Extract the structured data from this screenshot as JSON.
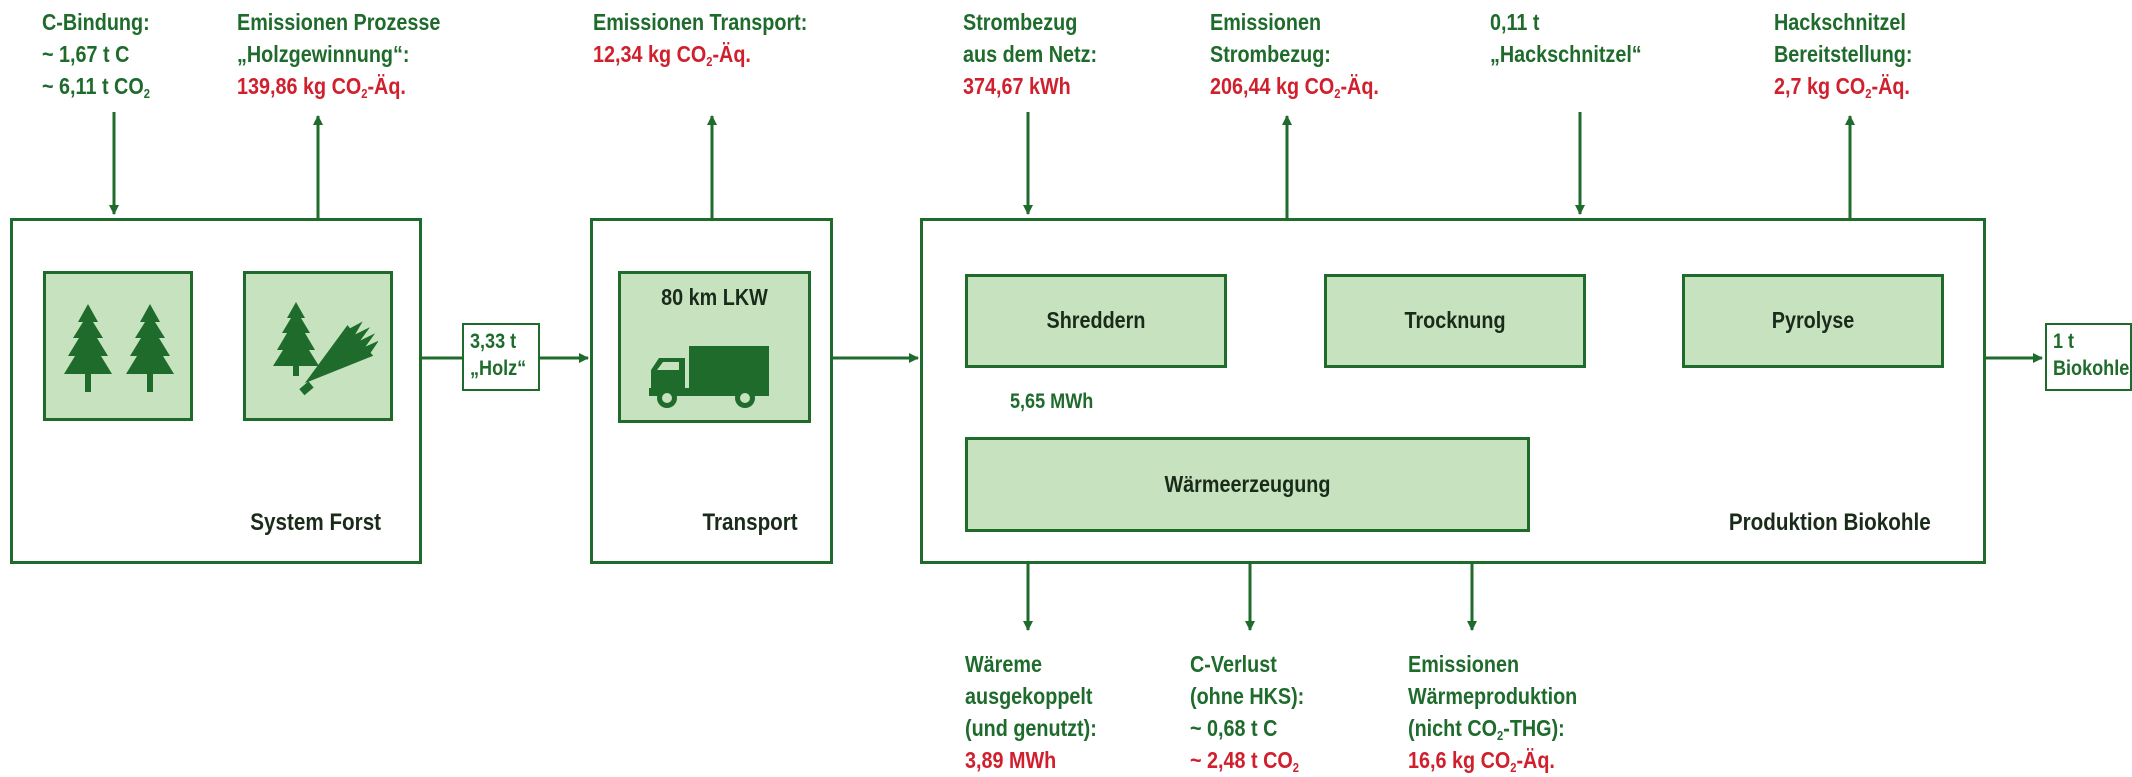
{
  "top": {
    "c_bindung": {
      "title": "C-Bindung:",
      "l1": "~ 1,67 t C",
      "l2": "~ 6,11 t CO",
      "l2_sub": "2"
    },
    "holzgewinnung": {
      "l1": "Emissionen Prozesse",
      "l2": "„Holzgewinnung“:",
      "v1": "139,86 kg CO",
      "v_sub": "2",
      "v2": "-Äq."
    },
    "transport": {
      "l1": "Emissionen Transport:",
      "v1": "12,34 kg CO",
      "v_sub": "2",
      "v2": "-Äq."
    },
    "strombezug": {
      "l1": "Strombezug",
      "l2": "aus dem Netz:",
      "v": "374,67 kWh"
    },
    "em_strom": {
      "l1": "Emissionen",
      "l2": "Strombezug:",
      "v1": "206,44 kg CO",
      "v_sub": "2",
      "v2": "-Äq."
    },
    "hackschnitzel": {
      "l1": "0,11 t",
      "l2": "„Hackschnitzel“"
    },
    "hs_bereit": {
      "l1": "Hackschnitzel",
      "l2": "Bereitstellung:",
      "v1": "2,7 kg CO",
      "v_sub": "2",
      "v2": "-Äq."
    }
  },
  "frames": {
    "forst": "System Forst",
    "transport": "Transport",
    "produktion": "Produktion Biokohle"
  },
  "boxes": {
    "lkw": "80 km LKW",
    "shreddern": "Shreddern",
    "trocknung": "Trocknung",
    "pyrolyse": "Pyrolyse",
    "waerme": "Wärmeerzeugung"
  },
  "tags": {
    "holz": {
      "l1": "3,33 t",
      "l2": "„Holz“"
    },
    "biokohle": {
      "l1": "1 t",
      "l2": "Biokohle"
    }
  },
  "mwh_label": "5,65 MWh",
  "bottom": {
    "waerme_aus": {
      "l1": "Wäreme",
      "l2": "ausgekoppelt",
      "l3": "(und genutzt):",
      "v": "3,89 MWh"
    },
    "c_verlust": {
      "l1": "C-Verlust",
      "l2": "(ohne HKS):",
      "v1": "~ 0,68 t C",
      "v2": "~ 2,48 t CO",
      "v2_sub": "2"
    },
    "em_waerme": {
      "l1": "Emissionen",
      "l2": "Wärmeproduktion",
      "l3a": "(nicht CO",
      "l3_sub": "2",
      "l3b": "-THG):",
      "v1": "16,6 kg CO",
      "v_sub": "2",
      "v2": "-Äq."
    }
  },
  "icons": [
    "tree-icon",
    "tree-felled-icon",
    "truck-icon"
  ],
  "colors": {
    "line": "#1e6b2c",
    "box_fill": "#c6e2bf",
    "emission_red": "#d0202e"
  }
}
